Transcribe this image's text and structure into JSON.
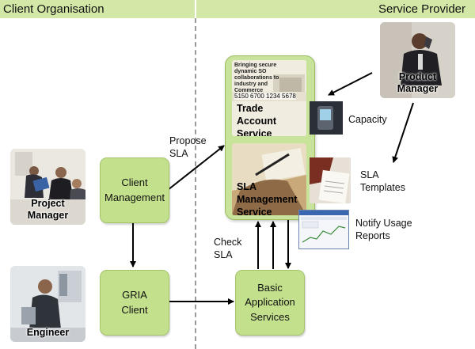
{
  "header": {
    "left": "Client Organisation",
    "right": "Service Provider"
  },
  "actors": {
    "project_manager": "Project Manager",
    "engineer": "Engineer",
    "product_manager": "Product Manager"
  },
  "nodes": {
    "client_management": "Client Management",
    "gria_client": "GRIA Client",
    "basic_services": "Basic Application Services"
  },
  "service_panel": {
    "banner": "Bringing secure dynamic SO collaborations to industry and Commerce",
    "card_number": "5150 6700 1234 5678",
    "trade_account": "Trade Account Service",
    "sla_management": "SLA Management Service"
  },
  "labels": {
    "propose_sla": "Propose SLA",
    "check_sla": "Check SLA",
    "capacity": "Capacity",
    "sla_templates": "SLA Templates",
    "notify_usage": "Notify Usage Reports"
  },
  "colors": {
    "header_bg": "#d3e8a6",
    "node_fill": "#c3e08c",
    "service_fill": "#c8e39a"
  }
}
